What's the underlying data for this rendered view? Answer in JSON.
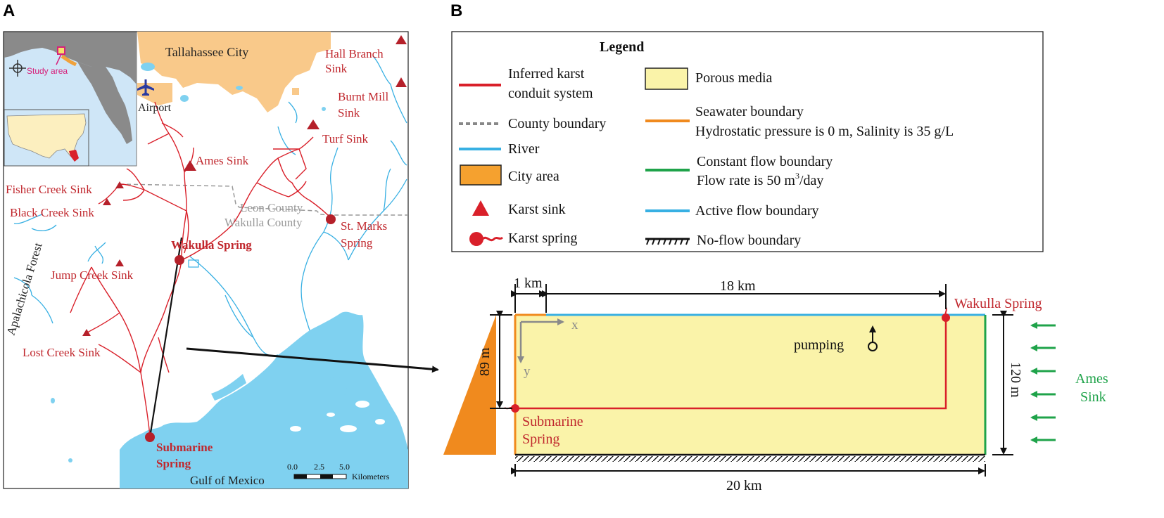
{
  "panels": {
    "a": "A",
    "b": "B"
  },
  "map": {
    "inset_study_area": "Study area",
    "city": "Tallahassee City",
    "airport": "Airport",
    "sinks": {
      "hall_branch": [
        "Hall Branch",
        "Sink"
      ],
      "burnt_mill": [
        "Burnt Mill",
        "Sink"
      ],
      "turf": "Turf Sink",
      "ames": "Ames Sink",
      "fisher_creek": "Fisher Creek Sink",
      "black_creek": "Black Creek Sink",
      "jump_creek": "Jump Creek Sink",
      "lost_creek": "Lost Creek Sink"
    },
    "springs": {
      "wakulla": "Wakulla Spring",
      "st_marks": [
        "St. Marks",
        "Spring"
      ],
      "submarine": [
        "Submarine",
        "Spring"
      ]
    },
    "counties": {
      "leon": "Leon County",
      "wakulla": "Wakulla County"
    },
    "forest": "Apalachicola Forest",
    "gulf": "Gulf of Mexico",
    "scale": {
      "ticks": [
        "0.0",
        "2.5",
        "5.0"
      ],
      "unit": "Kilometers"
    }
  },
  "legend": {
    "title": "Legend",
    "items": {
      "conduit": [
        "Inferred karst",
        "conduit system"
      ],
      "county": "County boundary",
      "river": "River",
      "city": "City area",
      "sink": "Karst sink",
      "spring": "Karst spring",
      "porous": "Porous media",
      "seawater": [
        "Seawater boundary",
        "Hydrostatic pressure is 0 m, Salinity is 35 g/L"
      ],
      "constant_flow": [
        "Constant flow boundary",
        "Flow rate is 50 m",
        "3",
        "/day"
      ],
      "active_flow": "Active flow boundary",
      "no_flow": "No-flow boundary"
    }
  },
  "schematic": {
    "dim_1km": "1 km",
    "dim_18km": "18 km",
    "dim_20km": "20 km",
    "dim_89m": "89 m",
    "dim_120m": "120 m",
    "axis_x": "x",
    "axis_y": "y",
    "wakulla": "Wakulla Spring",
    "submarine": [
      "Submarine",
      "Spring"
    ],
    "pumping": "pumping",
    "ames": [
      "Ames",
      "Sink"
    ]
  },
  "colors": {
    "conduit": "#d9202a",
    "river": "#38b0e3",
    "water": "#7fd1f0",
    "city": "#f9c98a",
    "porous": "#faf3a9",
    "seawater": "#f08a1e",
    "constant_flow": "#1fa34a",
    "label_red": "#c0272d",
    "sink": "#b5202a"
  }
}
